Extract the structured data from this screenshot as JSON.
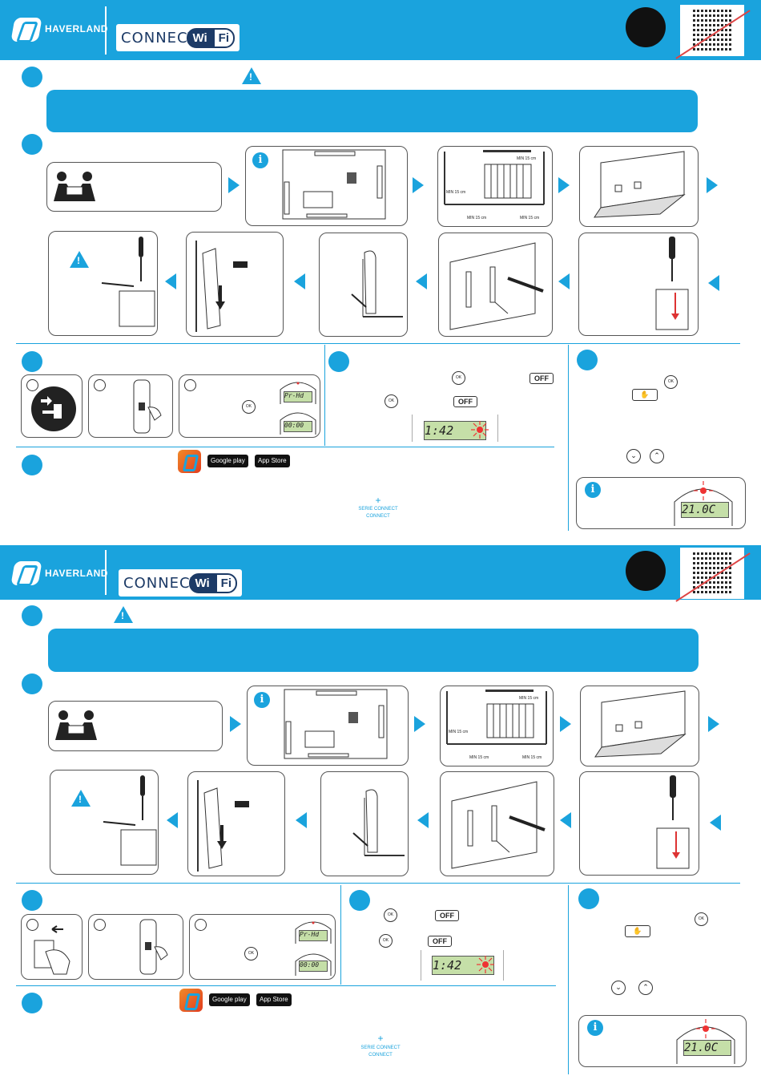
{
  "brand": {
    "name": "HAVERLAND",
    "product": "CONNECT",
    "wifi_wi": "Wi",
    "wifi_fi": "Fi"
  },
  "badges": {
    "lcd_time": "1:42",
    "lcd_temp": "21.0C",
    "lcd_prhd": "Pr-Hd",
    "lcd_zero": "00:00"
  },
  "buttons": {
    "ok": "OK",
    "off": "OFF",
    "hand": "✋"
  },
  "stores": {
    "google": "Google play",
    "apple": "App Store"
  },
  "measurements": {
    "min_top": "MIN 15 cm",
    "min_left": "MIN 15 cm",
    "min_bottom_left": "MIN 15 cm",
    "min_bottom_right": "MIN 15 cm"
  },
  "serie": {
    "line1": "SERIE CONNECT",
    "line2": "CONNECT"
  },
  "colors": {
    "accent": "#1aa3dd",
    "dark": "#1c3a66",
    "lcd": "#c5dfa8"
  },
  "icons": [
    "warning-icon",
    "info-icon",
    "chevron-right-icon",
    "chevron-left-icon",
    "unplug-icon",
    "qr-code-icon"
  ]
}
